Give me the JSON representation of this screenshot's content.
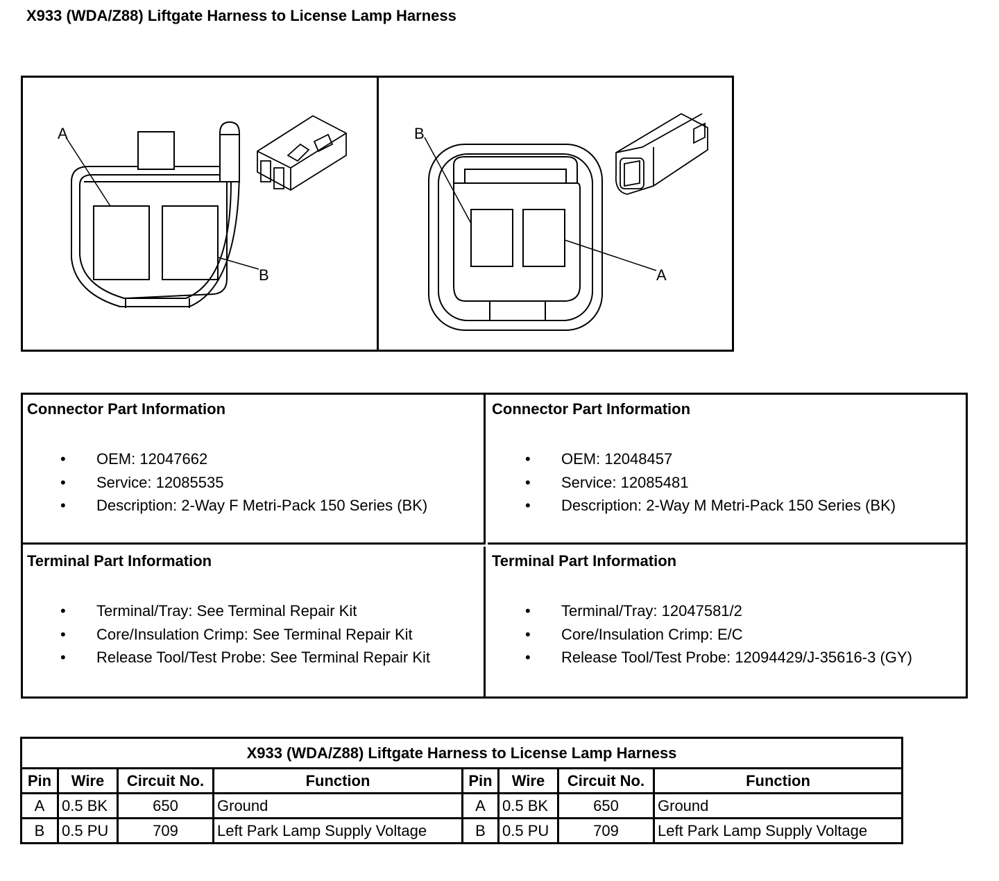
{
  "page": {
    "title": "X933 (WDA/Z88) Liftgate Harness to License Lamp Harness"
  },
  "diagram": {
    "left_labels": {
      "a": "A",
      "b": "B"
    },
    "right_labels": {
      "a": "A",
      "b": "B"
    },
    "line_color": "#000000"
  },
  "info": {
    "connector_left": {
      "heading": "Connector Part Information",
      "items": [
        "OEM: 12047662",
        "Service: 12085535",
        "Description: 2-Way F Metri-Pack 150 Series (BK)"
      ]
    },
    "connector_right": {
      "heading": "Connector Part Information",
      "items": [
        "OEM: 12048457",
        "Service: 12085481",
        "Description: 2-Way M Metri-Pack 150 Series (BK)"
      ]
    },
    "terminal_left": {
      "heading": "Terminal Part Information",
      "items": [
        "Terminal/Tray: See Terminal Repair Kit",
        "Core/Insulation Crimp: See Terminal Repair Kit",
        "Release Tool/Test Probe: See Terminal Repair Kit"
      ]
    },
    "terminal_right": {
      "heading": "Terminal Part Information",
      "items": [
        "Terminal/Tray: 12047581/2",
        "Core/Insulation Crimp: E/C",
        "Release Tool/Test Probe: 12094429/J-35616-3 (GY)"
      ]
    },
    "bullet": "•"
  },
  "pin_table": {
    "title": "X933 (WDA/Z88) Liftgate Harness to License Lamp Harness",
    "headers": [
      "Pin",
      "Wire",
      "Circuit No.",
      "Function",
      "Pin",
      "Wire",
      "Circuit No.",
      "Function"
    ],
    "rows": [
      [
        "A",
        "0.5 BK",
        "650",
        "Ground",
        "A",
        "0.5 BK",
        "650",
        "Ground"
      ],
      [
        "B",
        "0.5 PU",
        "709",
        "Left Park Lamp Supply Voltage",
        "B",
        "0.5 PU",
        "709",
        "Left Park Lamp Supply Voltage"
      ]
    ]
  }
}
